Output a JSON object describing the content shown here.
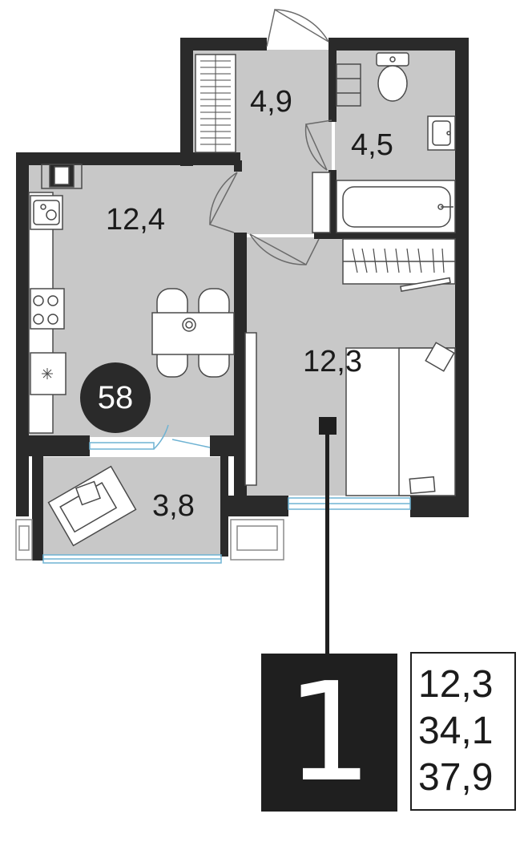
{
  "plan": {
    "rooms": [
      {
        "id": "kitchen",
        "area": "12,4"
      },
      {
        "id": "hall",
        "area": "4,9"
      },
      {
        "id": "bathroom",
        "area": "4,5"
      },
      {
        "id": "bedroom",
        "area": "12,3"
      },
      {
        "id": "loggia",
        "area": "3,8"
      }
    ],
    "badge": "58"
  },
  "summary": {
    "rooms_count": "1",
    "areas": [
      "12,3",
      "34,1",
      "37,9"
    ]
  },
  "colors": {
    "wall": "#2a2a2a",
    "floor": "#c8c8c8",
    "window": "#6fb3d3",
    "badge": "#2a2a2a"
  }
}
